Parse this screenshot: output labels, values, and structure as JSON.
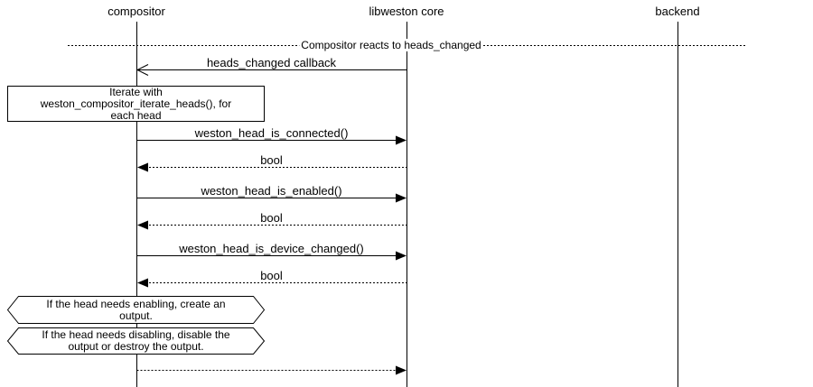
{
  "diagram": {
    "type": "sequence",
    "colors": {
      "line": "#000000",
      "background": "#ffffff",
      "shape_fill": "#ffffff",
      "text": "#000000"
    }
  },
  "actors": [
    {
      "label": "compositor"
    },
    {
      "label": "libweston core"
    },
    {
      "label": "backend"
    }
  ],
  "divider": {
    "label": "Compositor reacts to heads_changed"
  },
  "messages": [
    {
      "label": "heads_changed callback",
      "from": "libweston core",
      "to": "compositor",
      "line": "solid",
      "arrowhead": "open"
    },
    {
      "label": "weston_head_is_connected()",
      "from": "compositor",
      "to": "libweston core",
      "line": "solid",
      "arrowhead": "filled"
    },
    {
      "label": "bool",
      "from": "libweston core",
      "to": "compositor",
      "line": "dotted",
      "arrowhead": "filled"
    },
    {
      "label": "weston_head_is_enabled()",
      "from": "compositor",
      "to": "libweston core",
      "line": "solid",
      "arrowhead": "filled"
    },
    {
      "label": "bool",
      "from": "libweston core",
      "to": "compositor",
      "line": "dotted",
      "arrowhead": "filled"
    },
    {
      "label": "weston_head_is_device_changed()",
      "from": "compositor",
      "to": "libweston core",
      "line": "solid",
      "arrowhead": "filled"
    },
    {
      "label": "bool",
      "from": "libweston core",
      "to": "compositor",
      "line": "dotted",
      "arrowhead": "filled"
    },
    {
      "label": "",
      "from": "compositor",
      "to": "libweston core",
      "line": "dotted",
      "arrowhead": "filled"
    }
  ],
  "notes": [
    {
      "shape": "rectangle",
      "on": "compositor",
      "lines": [
        "Iterate with",
        "weston_compositor_iterate_heads(), for",
        "each head"
      ]
    },
    {
      "shape": "hexagon",
      "on": "compositor",
      "lines": [
        "If the head needs enabling, create an",
        "output."
      ]
    },
    {
      "shape": "hexagon",
      "on": "compositor",
      "lines": [
        "If the head needs disabling, disable the",
        "output or destroy the output."
      ]
    }
  ]
}
